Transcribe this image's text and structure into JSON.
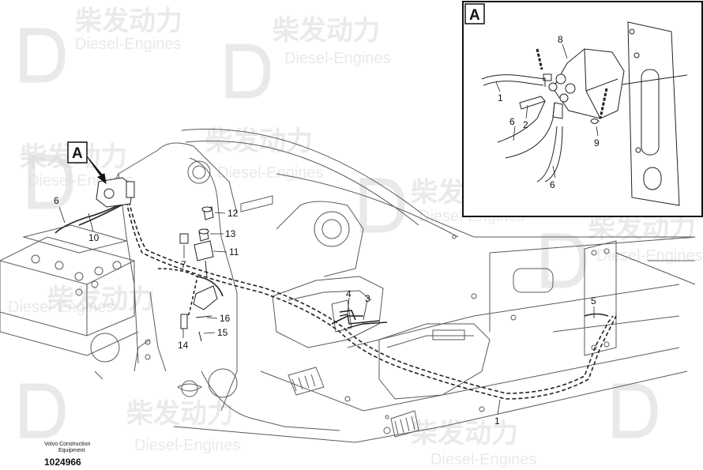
{
  "watermark": {
    "cn": "柴发动力",
    "en": "Diesel-Engines"
  },
  "detail_box": {
    "letter": "A"
  },
  "detail_ref": {
    "letter": "A"
  },
  "callouts_main": [
    "6",
    "10",
    "12",
    "13",
    "7",
    "11",
    "4",
    "3",
    "16",
    "14",
    "15",
    "5",
    "1"
  ],
  "callouts_detail": [
    "8",
    "1",
    "2",
    "6",
    "9",
    "6"
  ],
  "caption": {
    "line1": "Volvo Construction",
    "line2": "Equipment",
    "number": "1024966"
  },
  "colors": {
    "line": "#222222",
    "frame": "#111111",
    "watermark": "#d9d9d9"
  }
}
